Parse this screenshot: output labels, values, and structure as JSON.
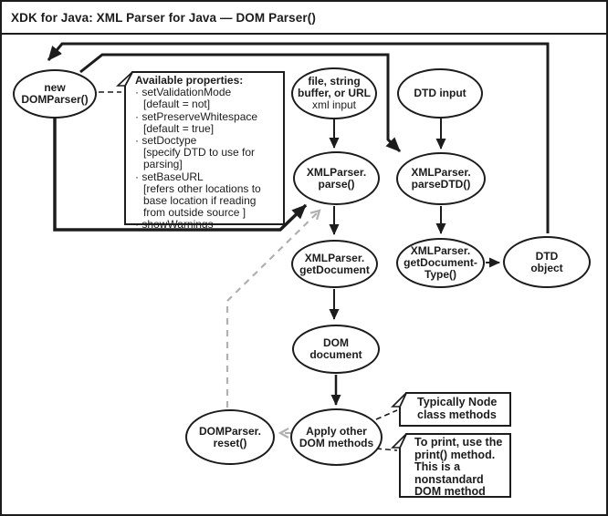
{
  "title": "XDK for Java: XML Parser for Java — DOM Parser()",
  "colors": {
    "line": "#1c1c1c",
    "muted_line": "#b0b0b0",
    "background": "#ffffff"
  },
  "nodes": {
    "new_domparser": {
      "label": "new\nDOMParser()"
    },
    "xml_input": {
      "label": "file, string\nbuffer, or URL",
      "sublabel": "xml input"
    },
    "dtd_input": {
      "label": "DTD input"
    },
    "parse": {
      "label": "XMLParser.\nparse()"
    },
    "parse_dtd": {
      "label": "XMLParser.\nparseDTD()"
    },
    "get_document": {
      "label": "XMLParser.\ngetDocument"
    },
    "get_document_type": {
      "label": "XMLParser.\ngetDocument-\nType()"
    },
    "dtd_object": {
      "label": "DTD\nobject"
    },
    "dom_document": {
      "label": "DOM\ndocument"
    },
    "dom_reset": {
      "label": "DOMParser.\nreset()"
    },
    "apply_methods": {
      "label": "Apply other\nDOM methods"
    }
  },
  "properties_box": {
    "heading": "Available properties:",
    "lines": [
      "· setValidationMode",
      "[default = not]",
      "· setPreserveWhitespace",
      "[default = true]",
      "· setDoctype",
      "[specify DTD to use for",
      "parsing]",
      "· setBaseURL",
      "[refers other locations to",
      "base location if reading",
      "from outside source ]",
      "· showWarnings"
    ]
  },
  "notes": {
    "node_methods": {
      "text": "Typically Node\nclass methods"
    },
    "print_method": {
      "text": "To print, use the\nprint() method.\nThis is a\nnonstandard\nDOM method"
    }
  }
}
